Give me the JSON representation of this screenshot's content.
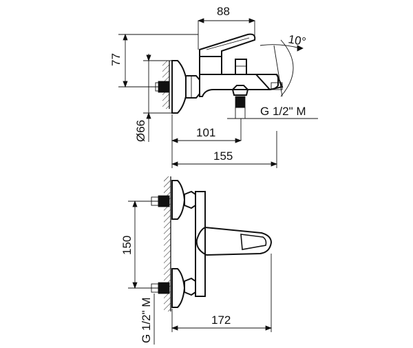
{
  "top_view": {
    "dim_width": "88",
    "dim_height": "77",
    "dim_angle": "10°",
    "dim_diameter": "Ø66",
    "dim_depth_1": "101",
    "dim_depth_2": "155",
    "thread_label": "G 1/2\" M"
  },
  "front_view": {
    "dim_spacing": "150",
    "dim_length": "172",
    "thread_label": "G 1/2\" M"
  }
}
